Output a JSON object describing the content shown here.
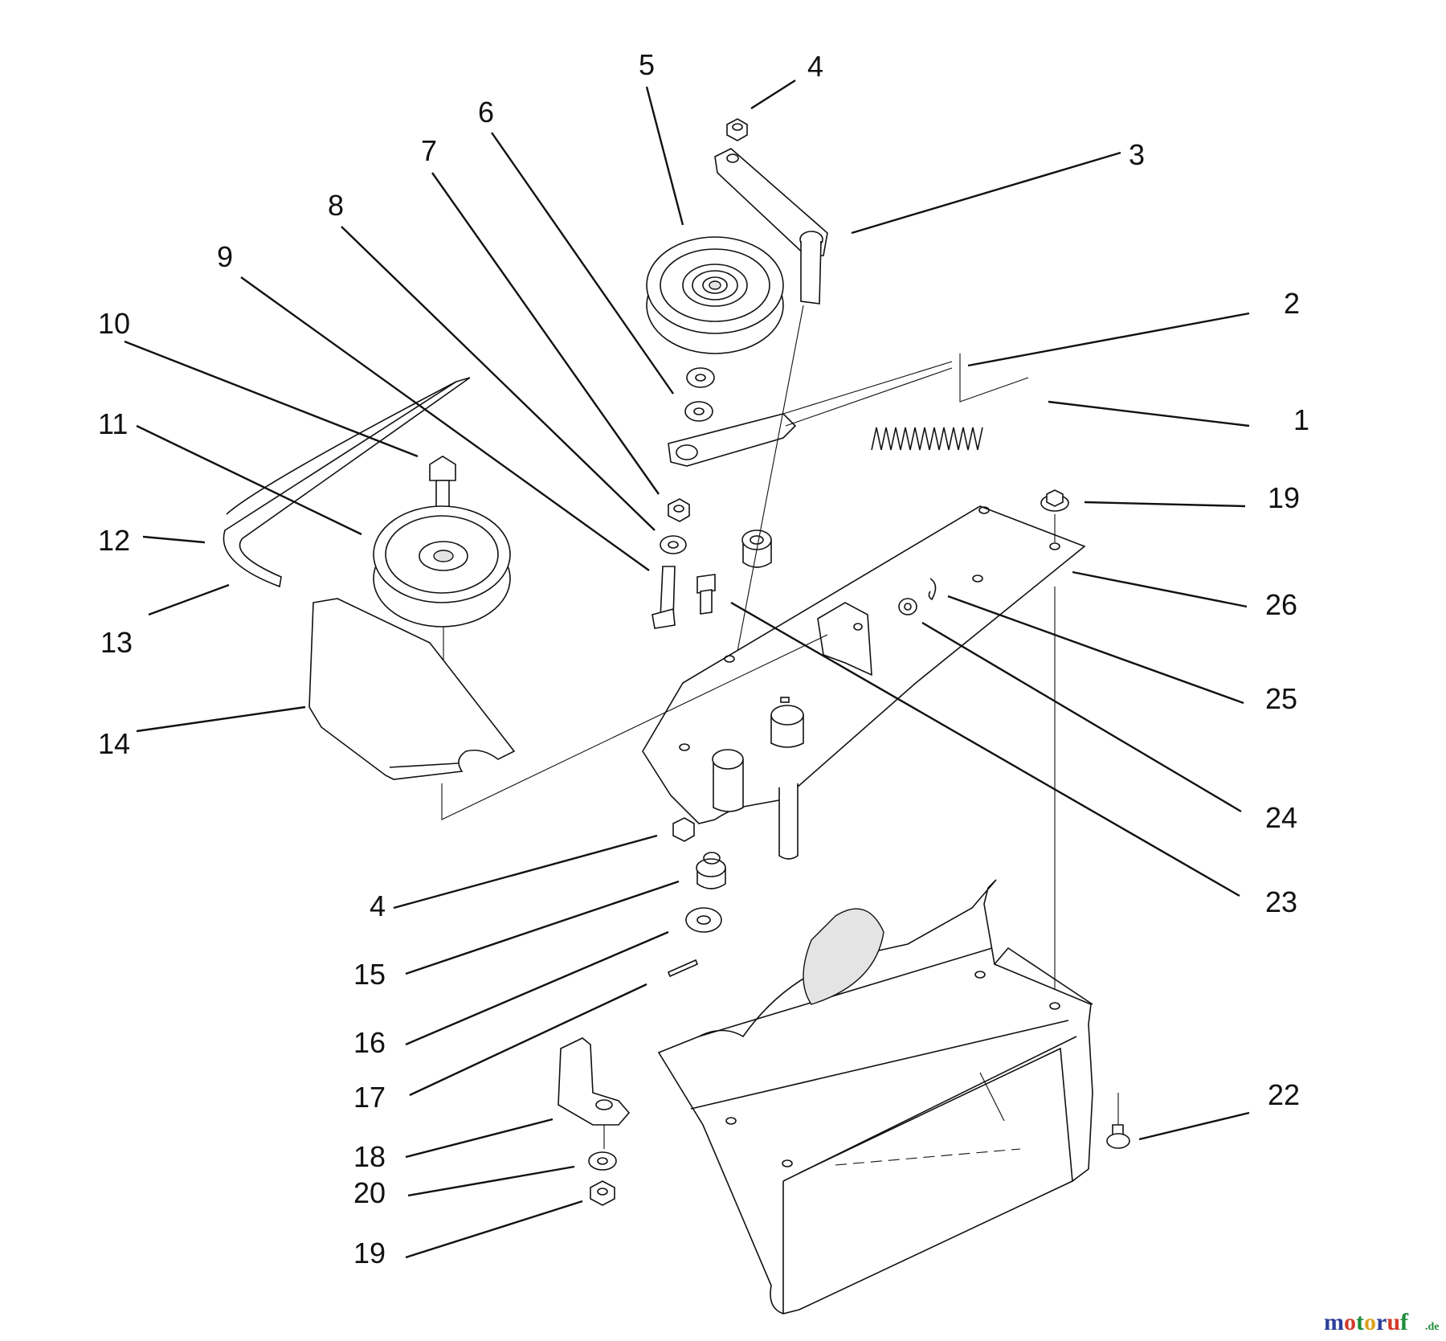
{
  "diagram": {
    "callouts": [
      {
        "id": "c1",
        "text": "1"
      },
      {
        "id": "c2",
        "text": "2"
      },
      {
        "id": "c3",
        "text": "3"
      },
      {
        "id": "c4a",
        "text": "4"
      },
      {
        "id": "c4b",
        "text": "4"
      },
      {
        "id": "c5",
        "text": "5"
      },
      {
        "id": "c6",
        "text": "6"
      },
      {
        "id": "c7",
        "text": "7"
      },
      {
        "id": "c8",
        "text": "8"
      },
      {
        "id": "c9",
        "text": "9"
      },
      {
        "id": "c10",
        "text": "10"
      },
      {
        "id": "c11",
        "text": "11"
      },
      {
        "id": "c12",
        "text": "12"
      },
      {
        "id": "c13",
        "text": "13"
      },
      {
        "id": "c14",
        "text": "14"
      },
      {
        "id": "c15",
        "text": "15"
      },
      {
        "id": "c16",
        "text": "16"
      },
      {
        "id": "c17",
        "text": "17"
      },
      {
        "id": "c18",
        "text": "18"
      },
      {
        "id": "c19a",
        "text": "19"
      },
      {
        "id": "c19b",
        "text": "19"
      },
      {
        "id": "c20",
        "text": "20"
      },
      {
        "id": "c22",
        "text": "22"
      },
      {
        "id": "c23",
        "text": "23"
      },
      {
        "id": "c24",
        "text": "24"
      },
      {
        "id": "c25",
        "text": "25"
      },
      {
        "id": "c26",
        "text": "26"
      }
    ]
  },
  "watermark": {
    "brand": "motoruf",
    "suffix": ".de",
    "colors": {
      "m": "#2c3e9a",
      "o": "#d23b2b",
      "t": "#1e8c3a",
      "o2": "#d9a21b",
      "r": "#2c3e9a",
      "u": "#d23b2b",
      "f": "#1e8c3a"
    }
  }
}
